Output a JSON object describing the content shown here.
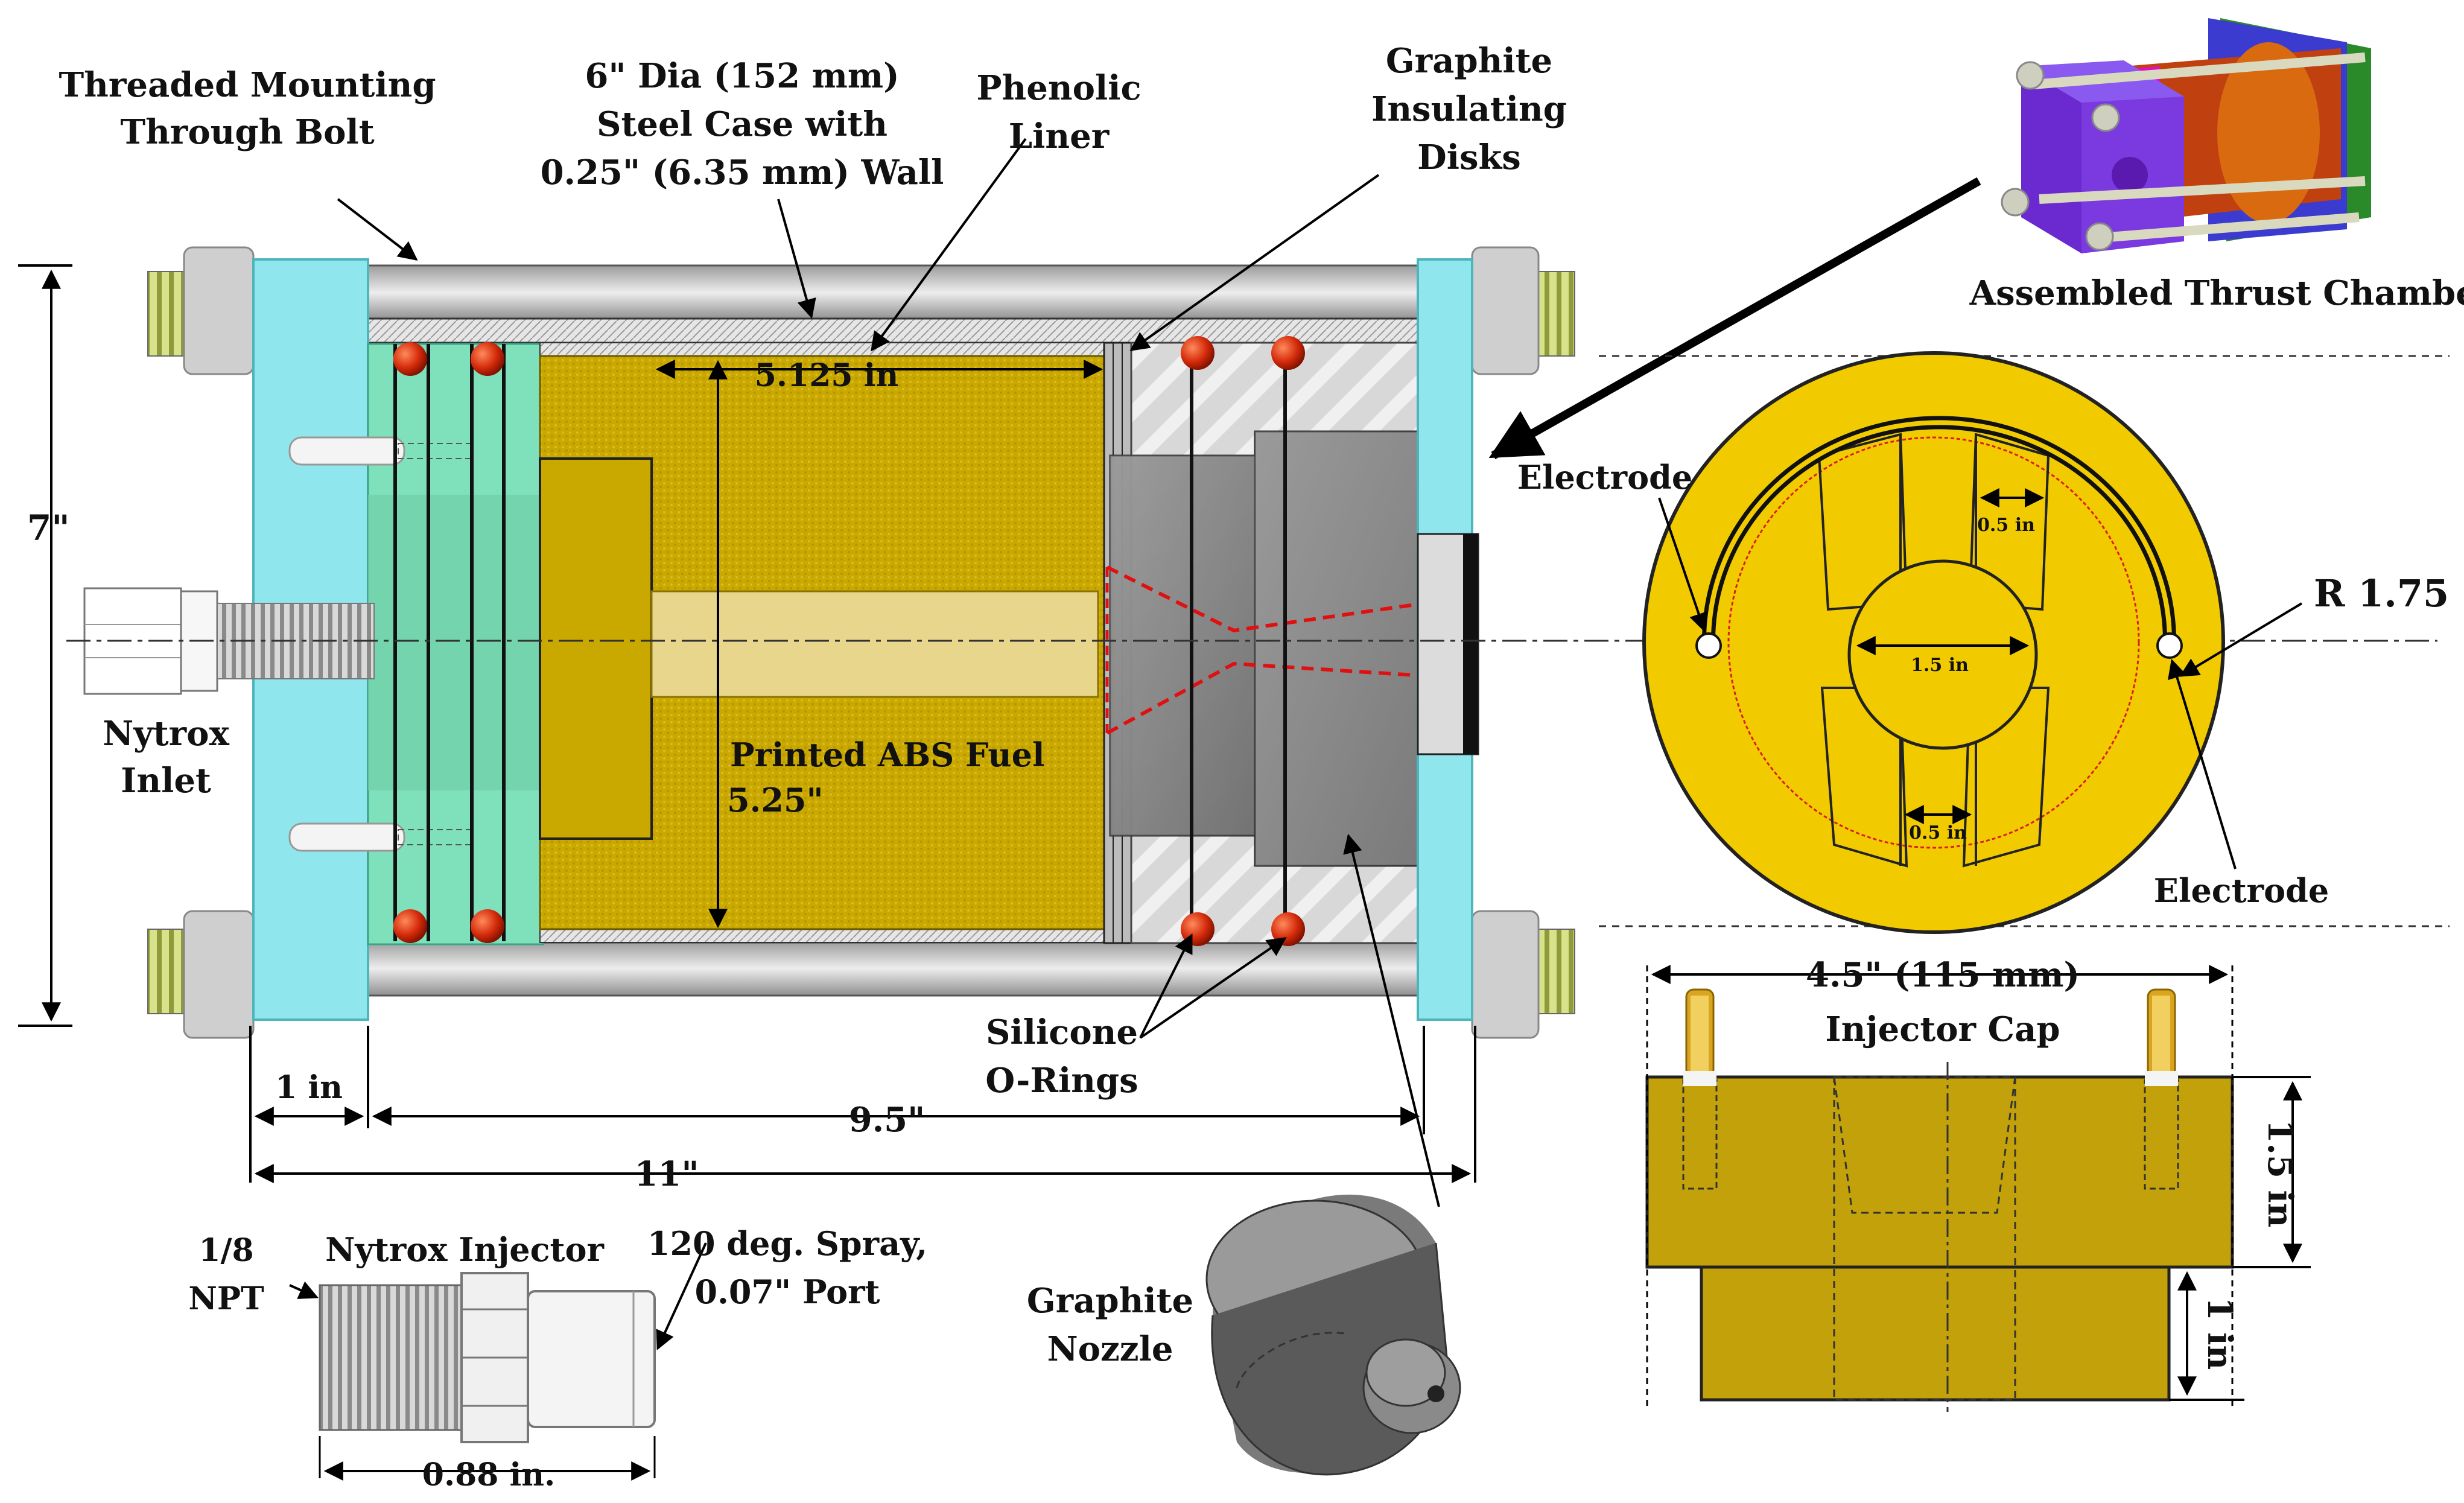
{
  "labels": {
    "threaded_bolt_1": "Threaded Mounting",
    "threaded_bolt_2": "Through Bolt",
    "steel_case_1": "6\" Dia (152 mm)",
    "steel_case_2": "Steel Case with",
    "steel_case_3": "0.25\" (6.35 mm) Wall",
    "phenolic_1": "Phenolic",
    "phenolic_2": "Liner",
    "graphite_disks_1": "Graphite",
    "graphite_disks_2": "Insulating",
    "graphite_disks_3": "Disks",
    "assembled": "Assembled Thrust Chamber",
    "fuel_length": "5.125 in",
    "fuel_1": "Printed ABS Fuel",
    "fuel_2": "5.25\"",
    "nytrox_inlet_1": "Nytrox",
    "nytrox_inlet_2": "Inlet",
    "height": "7\"",
    "cap_thickness": "1 in",
    "chamber_length": "9.5\"",
    "overall_length": "11\"",
    "silicone_1": "Silicone",
    "silicone_2": "O-Rings",
    "electrode_left": "Electrode",
    "electrode_right": "Electrode",
    "radius": "R 1.75",
    "slot_top": "0.5 in",
    "slot_bottom": "0.5 in",
    "center_dia": "1.5 in",
    "cap_width": "4.5\" (115 mm)",
    "injector_cap": "Injector Cap",
    "cap_height": "1.5 in",
    "boss_height": "1 in",
    "npt_1": "1/8",
    "npt_2": "NPT",
    "injector_title": "Nytrox Injector",
    "spray_1": "120 deg. Spray,",
    "spray_2": "0.07\" Port",
    "injector_length": "0.88 in.",
    "nozzle_1": "Graphite",
    "nozzle_2": "Nozzle"
  },
  "colors": {
    "cap_cyan": "#8fe6ec",
    "fuel_gold": "#c9a800",
    "face_yellow": "#f1cb00",
    "cap_olive": "#c2a10a",
    "oring_red": "#d42a0a",
    "steel_gray": "#bdbdbd"
  }
}
